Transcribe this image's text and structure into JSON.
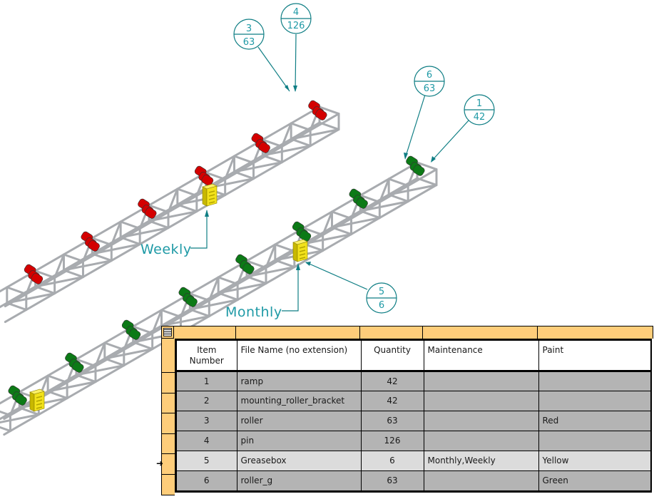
{
  "drawing": {
    "title": "Conveyor assembly with BOM table",
    "colors": {
      "annotation": "#1f9aa6",
      "leader": "#0f7e84",
      "frame": "#a8abaf",
      "roller_red": "#d40000",
      "roller_green": "#0c7a16",
      "greasebox": "#f2e21a",
      "table_header": "#fecd7a",
      "row_fill": "#b4b4b4",
      "row_selected": "#dcdcdc"
    },
    "notes": [
      {
        "label": "Weekly",
        "target": "greasebox-red-conveyor"
      },
      {
        "label": "Monthly",
        "target": "greasebox-green-conveyor"
      }
    ],
    "balloons": [
      {
        "item": "3",
        "qty": "63"
      },
      {
        "item": "4",
        "qty": "126"
      },
      {
        "item": "6",
        "qty": "63"
      },
      {
        "item": "1",
        "qty": "42"
      },
      {
        "item": "5",
        "qty": "6"
      }
    ]
  },
  "bom": {
    "menu_icon": "table-menu-icon",
    "columns": [
      "Item Number",
      "File Name (no extension)",
      "Quantity",
      "Maintenance",
      "Paint"
    ],
    "rows": [
      {
        "item": "1",
        "file": "ramp",
        "qty": "42",
        "maintenance": "",
        "paint": ""
      },
      {
        "item": "2",
        "file": "mounting_roller_bracket",
        "qty": "42",
        "maintenance": "",
        "paint": ""
      },
      {
        "item": "3",
        "file": "roller",
        "qty": "63",
        "maintenance": "",
        "paint": "Red"
      },
      {
        "item": "4",
        "file": "pin",
        "qty": "126",
        "maintenance": "",
        "paint": ""
      },
      {
        "item": "5",
        "file": "Greasebox",
        "qty": "6",
        "maintenance": "Monthly,Weekly",
        "paint": "Yellow"
      },
      {
        "item": "6",
        "file": "roller_g",
        "qty": "63",
        "maintenance": "",
        "paint": "Green"
      }
    ],
    "selected_row": "5",
    "row_pointer_icon": "right-arrow-icon"
  }
}
